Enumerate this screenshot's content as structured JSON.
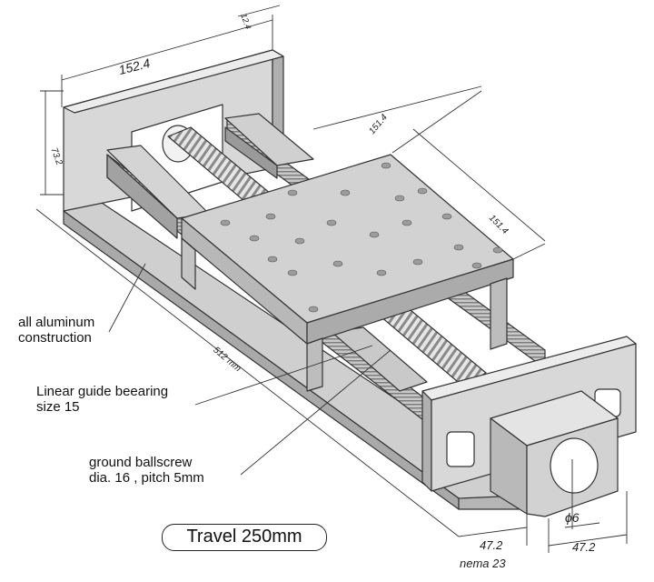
{
  "dimensions": {
    "width": "152.4",
    "thickness": "12.4",
    "height": "73.2",
    "carriage_length": "151.4",
    "carriage_width": "151.4",
    "length": "512 mm",
    "motor_mount": "47.2",
    "motor_mount_2": "47.2",
    "shaft": "ϕ6"
  },
  "callouts": {
    "aluminum_line1": "all aluminum",
    "aluminum_line2": "construction",
    "guide_line1": "Linear guide beearing",
    "guide_line2": "size 15",
    "screw_line1": "ground ballscrew",
    "screw_line2": "dia. 16 , pitch 5mm",
    "motor": "nema 23"
  },
  "travel": "Travel 250mm"
}
